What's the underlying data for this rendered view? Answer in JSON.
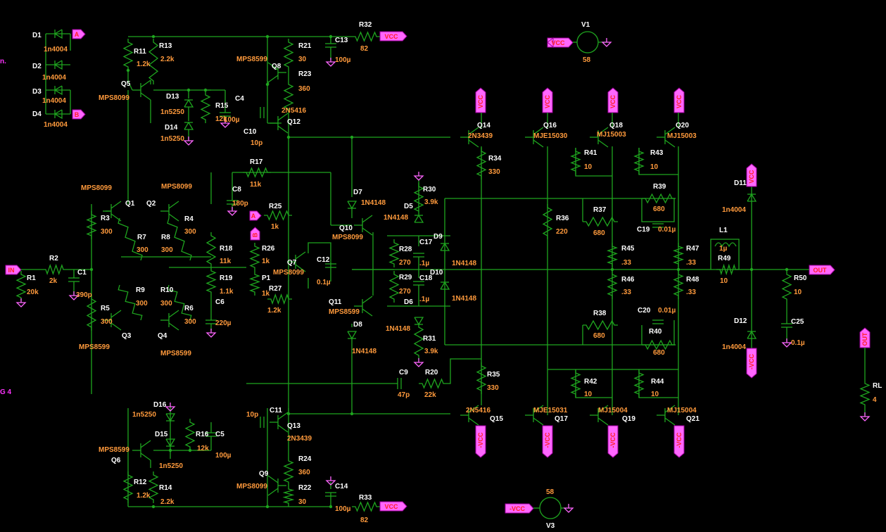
{
  "colors": {
    "background": "#000000",
    "wire": "#1fa51f",
    "ref_label": "#ffffff",
    "value_label": "#ff9a3c",
    "port": "#ff66ff",
    "port_text": "#ff2222"
  },
  "side_text": {
    "a": "n.",
    "b": "G 4"
  },
  "ports": {
    "in": "IN",
    "out": "OUT",
    "vcc": "VCC",
    "neg_vcc": "-VCC",
    "a": "A",
    "b": "B"
  },
  "diodes": [
    {
      "ref": "D1",
      "val": "1n4004"
    },
    {
      "ref": "D2",
      "val": "1n4004"
    },
    {
      "ref": "D3",
      "val": "1n4004"
    },
    {
      "ref": "D4",
      "val": "1n4004"
    },
    {
      "ref": "D5",
      "val": "1N4148"
    },
    {
      "ref": "D6",
      "val": "1N4148"
    },
    {
      "ref": "D7",
      "val": "1N4148"
    },
    {
      "ref": "D8",
      "val": "1N4148"
    },
    {
      "ref": "D9",
      "val": "1N4148"
    },
    {
      "ref": "D10",
      "val": "1N4148"
    },
    {
      "ref": "D11",
      "val": "1n4004"
    },
    {
      "ref": "D12",
      "val": "1n4004"
    },
    {
      "ref": "D13",
      "val": "1n5250"
    },
    {
      "ref": "D14",
      "val": "1n5250"
    },
    {
      "ref": "D15",
      "val": "1n5250"
    },
    {
      "ref": "D16",
      "val": "1n5250"
    }
  ],
  "transistors": [
    {
      "ref": "Q1",
      "val": "MPS8099"
    },
    {
      "ref": "Q2",
      "val": "MPS8099"
    },
    {
      "ref": "Q3",
      "val": "MPS8599"
    },
    {
      "ref": "Q4",
      "val": "MPS8599"
    },
    {
      "ref": "Q5",
      "val": "MPS8099"
    },
    {
      "ref": "Q6",
      "val": "MPS8599"
    },
    {
      "ref": "Q7",
      "val": "MPS8099"
    },
    {
      "ref": "Q8",
      "val": "MPS8599"
    },
    {
      "ref": "Q9",
      "val": "MPS8099"
    },
    {
      "ref": "Q10",
      "val": "MPS8099"
    },
    {
      "ref": "Q11",
      "val": "MPS8599"
    },
    {
      "ref": "Q12",
      "val": "2N5416"
    },
    {
      "ref": "Q13",
      "val": "2N3439"
    },
    {
      "ref": "Q14",
      "val": "2N3439"
    },
    {
      "ref": "Q15",
      "val": "2N5416"
    },
    {
      "ref": "Q16",
      "val": "MJE15030"
    },
    {
      "ref": "Q17",
      "val": "MJE15031"
    },
    {
      "ref": "Q18",
      "val": "MJ15003"
    },
    {
      "ref": "Q19",
      "val": "MJ15004"
    },
    {
      "ref": "Q20",
      "val": "MJ15003"
    },
    {
      "ref": "Q21",
      "val": "MJ15004"
    }
  ],
  "resistors": [
    {
      "ref": "R1",
      "val": "20k"
    },
    {
      "ref": "R2",
      "val": "2k"
    },
    {
      "ref": "R3",
      "val": "300"
    },
    {
      "ref": "R4",
      "val": "300"
    },
    {
      "ref": "R5",
      "val": "300"
    },
    {
      "ref": "R6",
      "val": "300"
    },
    {
      "ref": "R7",
      "val": "300"
    },
    {
      "ref": "R8",
      "val": "300"
    },
    {
      "ref": "R9",
      "val": "300"
    },
    {
      "ref": "R10",
      "val": "300"
    },
    {
      "ref": "R11",
      "val": "1.2k"
    },
    {
      "ref": "R12",
      "val": "1.2k"
    },
    {
      "ref": "R13",
      "val": "2.2k"
    },
    {
      "ref": "R14",
      "val": "2.2k"
    },
    {
      "ref": "R15",
      "val": "12k"
    },
    {
      "ref": "R16",
      "val": "12k"
    },
    {
      "ref": "R17",
      "val": "11k"
    },
    {
      "ref": "R18",
      "val": "11k"
    },
    {
      "ref": "R19",
      "val": "1.1k"
    },
    {
      "ref": "R20",
      "val": "22k"
    },
    {
      "ref": "R21",
      "val": "30"
    },
    {
      "ref": "R22",
      "val": "30"
    },
    {
      "ref": "R23",
      "val": "360"
    },
    {
      "ref": "R24",
      "val": "360"
    },
    {
      "ref": "R25",
      "val": "1k"
    },
    {
      "ref": "R26",
      "val": "1k"
    },
    {
      "ref": "R27",
      "val": "1.2k"
    },
    {
      "ref": "R28",
      "val": "270"
    },
    {
      "ref": "R29",
      "val": "270"
    },
    {
      "ref": "R30",
      "val": "3.9k"
    },
    {
      "ref": "R31",
      "val": "3.9k"
    },
    {
      "ref": "R32",
      "val": "82"
    },
    {
      "ref": "R33",
      "val": "82"
    },
    {
      "ref": "R34",
      "val": "330"
    },
    {
      "ref": "R35",
      "val": "330"
    },
    {
      "ref": "R36",
      "val": "220"
    },
    {
      "ref": "R37",
      "val": "680"
    },
    {
      "ref": "R38",
      "val": "680"
    },
    {
      "ref": "R39",
      "val": "680"
    },
    {
      "ref": "R40",
      "val": "680"
    },
    {
      "ref": "R41",
      "val": "10"
    },
    {
      "ref": "R42",
      "val": "10"
    },
    {
      "ref": "R43",
      "val": "10"
    },
    {
      "ref": "R44",
      "val": "10"
    },
    {
      "ref": "R45",
      "val": ".33"
    },
    {
      "ref": "R46",
      "val": ".33"
    },
    {
      "ref": "R47",
      "val": ".33"
    },
    {
      "ref": "R48",
      "val": ".33"
    },
    {
      "ref": "R49",
      "val": "10"
    },
    {
      "ref": "R50",
      "val": "10"
    },
    {
      "ref": "RL",
      "val": "4"
    },
    {
      "ref": "P1",
      "val": "1k"
    }
  ],
  "capacitors": [
    {
      "ref": "C1",
      "val": "390p"
    },
    {
      "ref": "C4",
      "val": "100µ"
    },
    {
      "ref": "C5",
      "val": "100µ"
    },
    {
      "ref": "C6",
      "val": "220µ"
    },
    {
      "ref": "C8",
      "val": "180p"
    },
    {
      "ref": "C9",
      "val": "47p"
    },
    {
      "ref": "C10",
      "val": "10p"
    },
    {
      "ref": "C11",
      "val": "10p"
    },
    {
      "ref": "C12",
      "val": "0.1µ"
    },
    {
      "ref": "C13",
      "val": "100µ"
    },
    {
      "ref": "C14",
      "val": "100µ"
    },
    {
      "ref": "C17",
      "val": ".1µ"
    },
    {
      "ref": "C18",
      "val": ".1µ"
    },
    {
      "ref": "C19",
      "val": "0.01µ"
    },
    {
      "ref": "C20",
      "val": "0.01µ"
    },
    {
      "ref": "C25",
      "val": "0.1µ"
    }
  ],
  "inductors": [
    {
      "ref": "L1",
      "val": "1µ"
    }
  ],
  "sources": [
    {
      "ref": "V1",
      "val": "58"
    },
    {
      "ref": "V3",
      "val": "58"
    }
  ]
}
